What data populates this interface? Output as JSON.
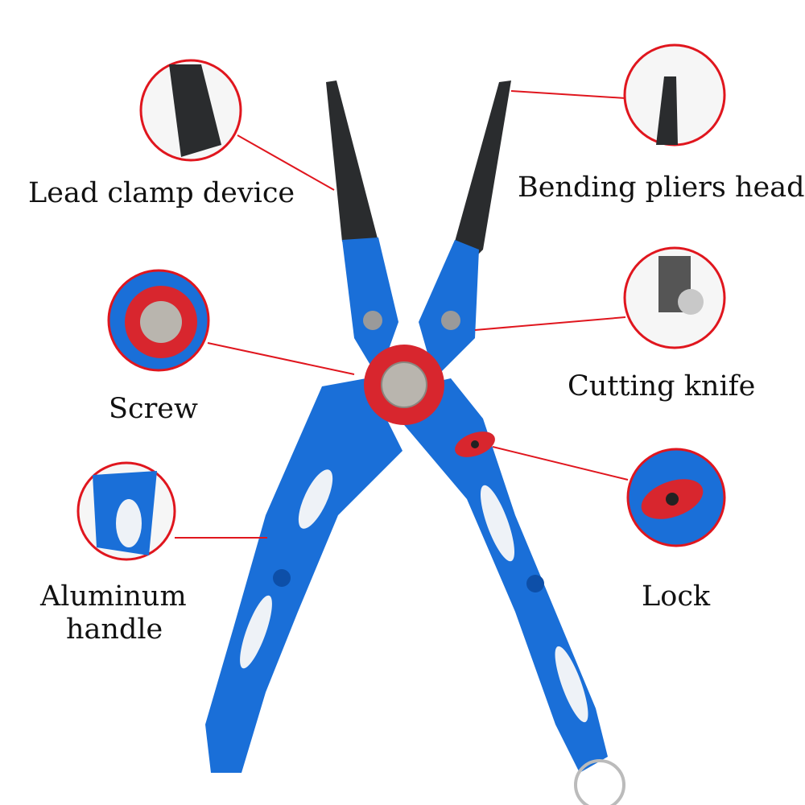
{
  "labels": {
    "lead_clamp": "Lead clamp device",
    "bending_head": "Bending pliers head",
    "screw": "Screw",
    "cutting_knife": "Cutting knife",
    "aluminum": "Aluminum",
    "handle": "handle",
    "lock": "Lock"
  },
  "colors": {
    "callout": "#e0161e",
    "body": "#1a6fd8",
    "jaw": "#2a2c2e",
    "accent": "#d8262e"
  }
}
